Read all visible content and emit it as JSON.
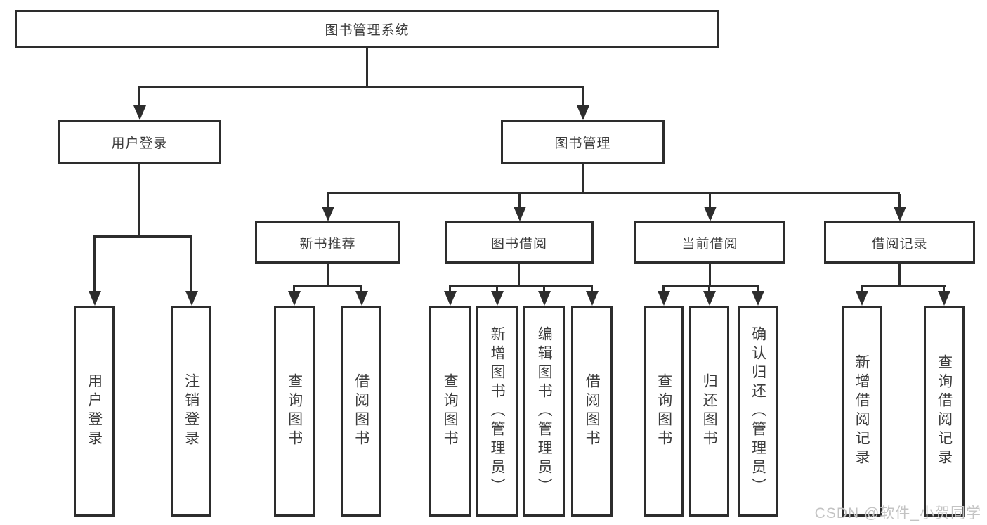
{
  "nodes": {
    "root": "图书管理系统",
    "user_login": "用户登录",
    "book_management": "图书管理",
    "new_book_recommendation": "新书推荐",
    "book_borrowing": "图书借阅",
    "current_borrowing": "当前借阅",
    "borrowing_records": "借阅记录",
    "ul_user_login": "用户登录",
    "ul_logout": "注销登录",
    "nb_query_books": "查询图书",
    "nb_borrow_books": "借阅图书",
    "bb_query_books": "查询图书",
    "bb_add_books_admin": "新增图书（管理员）",
    "bb_edit_books_admin": "编辑图书（管理员）",
    "bb_borrow_books": "借阅图书",
    "cb_query_books": "查询图书",
    "cb_return_books": "归还图书",
    "cb_confirm_return_admin": "确认归还（管理员）",
    "br_add_record": "新增借阅记录",
    "br_query_record": "查询借阅记录"
  },
  "watermark": "CSDN @软件_小贺同学",
  "colors": {
    "line": "#2d2d2d",
    "text": "#3c3c3c",
    "background": "#ffffff",
    "watermark": "#c3c3c3"
  }
}
